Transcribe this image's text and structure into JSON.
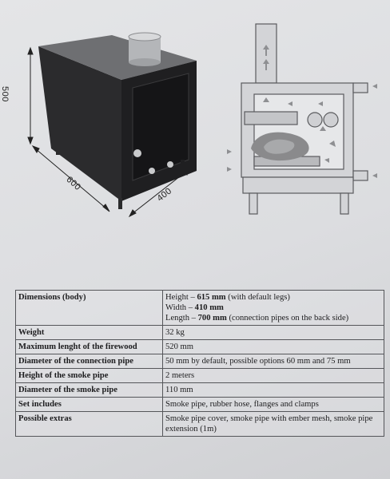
{
  "dimensions_labels": {
    "height": "500",
    "width": "600",
    "depth": "400"
  },
  "specs": {
    "dimensions": {
      "label": "Dimensions (body)",
      "height_pre": "Height – ",
      "height_val": "615 mm",
      "height_post": " (with default legs)",
      "width_pre": "Width – ",
      "width_val": "410 mm",
      "length_pre": "Length – ",
      "length_val": "700 mm",
      "length_post": " (connection pipes on the back side)"
    },
    "rows": [
      {
        "label": "Weight",
        "value": "32 kg"
      },
      {
        "label": "Maximum lenght of the firewood",
        "value": "520 mm"
      },
      {
        "label": "Diameter of the connection pipe",
        "value": "50 mm by default, possible options 60 mm and 75 mm"
      },
      {
        "label": "Height of the smoke pipe",
        "value": "2 meters"
      },
      {
        "label": "Diameter of the smoke pipe",
        "value": "110 mm"
      },
      {
        "label": "Set includes",
        "value": "Smoke pipe, rubber hose, flanges and clamps"
      },
      {
        "label": "Possible extras",
        "value": "Smoke pipe cover, smoke pipe with ember mesh, smoke pipe extension (1m)"
      }
    ]
  },
  "colors": {
    "stove_body": "#2b2b2d",
    "stove_front": "#1c1c1e",
    "flame": "#8a8a8c",
    "table_border": "#55565a"
  }
}
